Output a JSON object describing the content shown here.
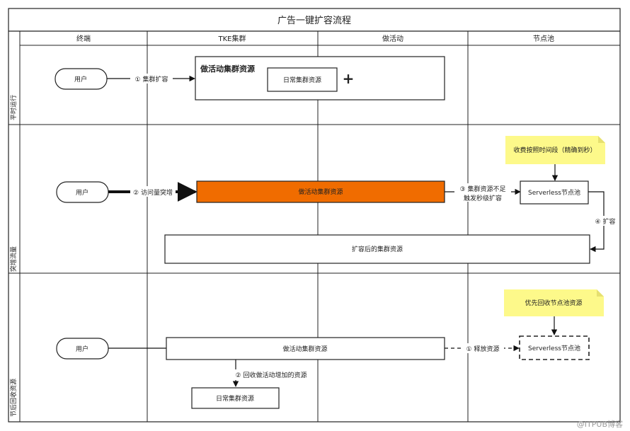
{
  "title": "广告一键扩容流程",
  "columns": [
    "终端",
    "TKE集群",
    "做活动",
    "节点池"
  ],
  "lanes": [
    "平时运行",
    "突增流量",
    "节后回收资源"
  ],
  "lane1": {
    "user": "用户",
    "arrow_label": "① 集群扩容",
    "cluster_title": "做活动集群资源",
    "inner_box": "日常集群资源",
    "plus": "+"
  },
  "lane2": {
    "user": "用户",
    "arrow_label": "② 访问量突增",
    "active_cluster": "做活动集群资源",
    "step3_line1": "③ 集群资源不足",
    "step3_line2": "触发秒级扩容",
    "serverless": "Serverless节点池",
    "note": "收费按照时间段（精确到秒）",
    "step4": "④ 扩容",
    "expanded": "扩容后的集群资源"
  },
  "lane3": {
    "user": "用户",
    "cluster": "做活动集群资源",
    "release_label": "① 释放资源",
    "serverless": "Serverless节点池",
    "note": "优先回收节点池资源",
    "reclaim_label": "② 回收做活动增加的资源",
    "daily": "日常集群资源"
  },
  "watermark": "@ITPUB博客",
  "colors": {
    "active": "#f06c00",
    "note": "#fdf98a",
    "line": "#111111"
  }
}
